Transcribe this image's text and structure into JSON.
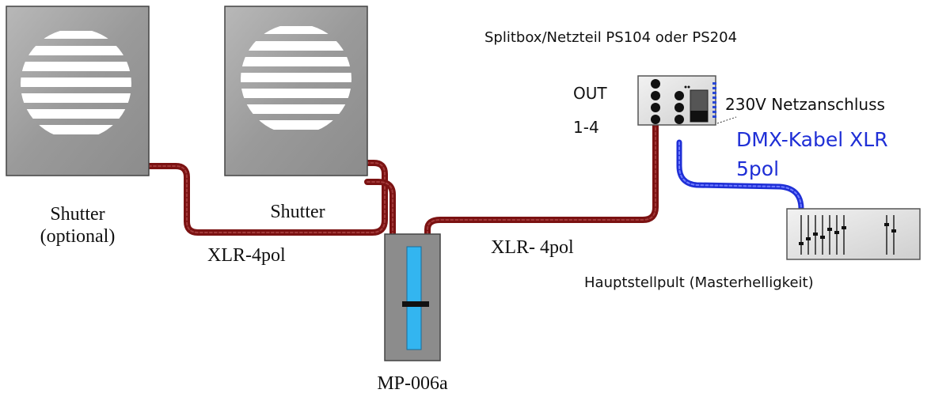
{
  "labels": {
    "shutter_left": "Shutter",
    "shutter_left_sub": "(optional)",
    "shutter_right": "Shutter",
    "cable_left": "XLR-4pol",
    "cable_right": "XLR- 4pol",
    "fader": "MP-006a",
    "splitbox_title": "Splitbox/Netzteil PS104 oder PS204",
    "out_label": "OUT",
    "out_range": "1-4",
    "power_label": "230V Netzanschluss",
    "dmx_line1": "DMX-Kabel XLR",
    "dmx_line2": "5pol",
    "console": "Hauptstellpult (Masterhelligkeit)"
  },
  "colors": {
    "xlr_cable": "#7b1212",
    "dmx_cable": "#1f2fd6",
    "dmx_text": "#1f2fd6",
    "device_gray": "#9a9a9a",
    "fader_blue": "#33b5f0"
  },
  "icons": [
    "shutter-icon",
    "fader-icon",
    "splitbox-icon",
    "console-icon"
  ]
}
